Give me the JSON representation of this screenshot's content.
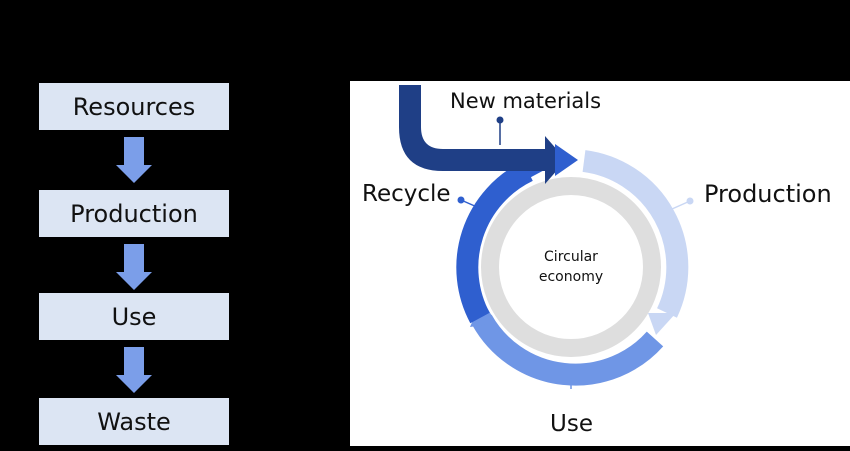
{
  "linear_flow": {
    "steps": [
      "Resources",
      "Production",
      "Use",
      "Waste"
    ]
  },
  "circular_diagram": {
    "center_line1": "Circular",
    "center_line2": "economy",
    "labels": {
      "new_materials": "New materials",
      "production": "Production",
      "use": "Use",
      "recycle": "Recycle"
    }
  },
  "colors": {
    "box_fill": "#dce5f3",
    "arrow_fill": "#7b9ee9",
    "dark_blue": "#1f3f86",
    "recycle_blue": "#2f5fcf",
    "use_blue": "#6f96e6",
    "production_blue": "#c9d7f4",
    "ring_gray": "#dedede"
  }
}
